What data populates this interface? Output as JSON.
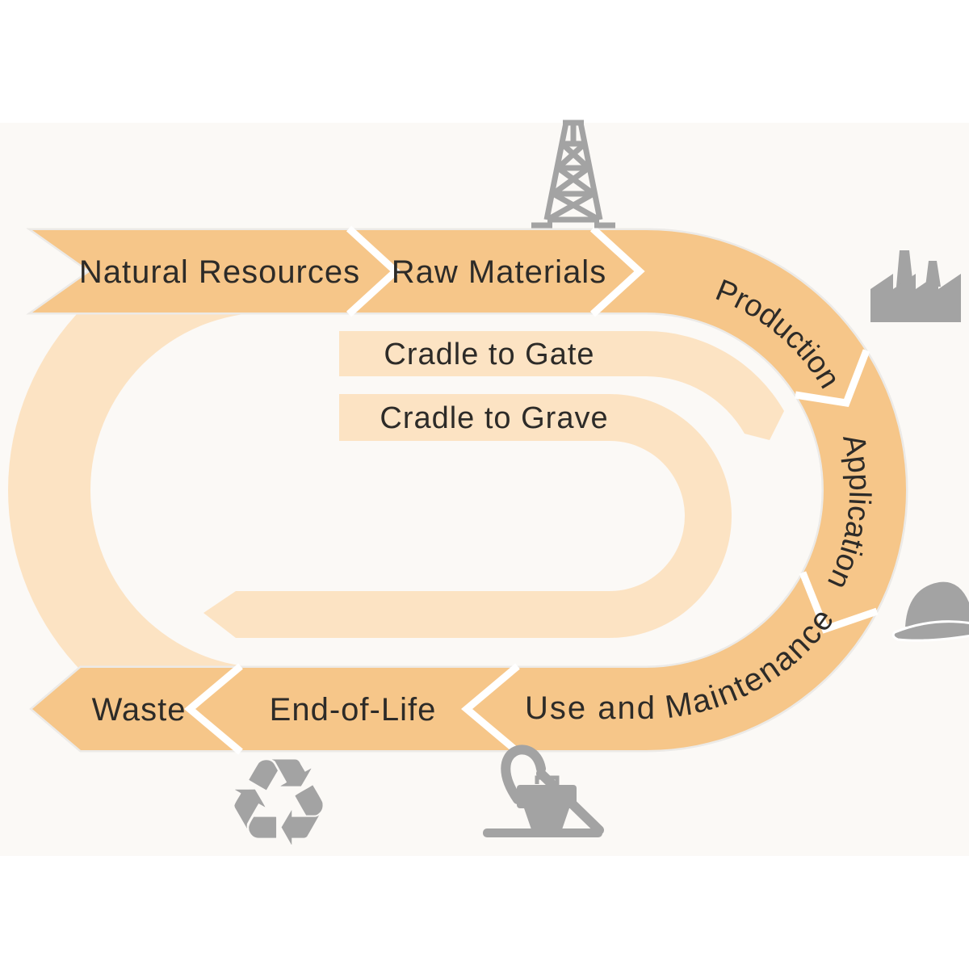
{
  "diagram": {
    "stages": [
      {
        "id": "natural-resources",
        "label": "Natural Resources"
      },
      {
        "id": "raw-materials",
        "label": "Raw Materials"
      },
      {
        "id": "production",
        "label": "Production"
      },
      {
        "id": "application",
        "label": "Application"
      },
      {
        "id": "use-and-maintenance",
        "label": "Use and Maintenance"
      },
      {
        "id": "end-of-life",
        "label": "End-of-Life"
      },
      {
        "id": "waste",
        "label": "Waste"
      }
    ],
    "scopes": [
      {
        "id": "cradle-to-gate",
        "label": "Cradle to Gate"
      },
      {
        "id": "cradle-to-grave",
        "label": "Cradle to Grave"
      }
    ],
    "icons": [
      "oil-derrick-icon",
      "factory-icon",
      "hard-hat-icon",
      "recycling-icon",
      "vacuum-cleaner-icon"
    ],
    "glyphs": {
      "recycling": "♻"
    },
    "colors": {
      "background": "#FFFFFF",
      "panel": "#FBF9F6",
      "stage_fill": "#F6C689",
      "scope_fill": "#FCE3C3",
      "separator": "#FFFFFF",
      "outline": "#ECEAE7",
      "icon_gray": "#A3A3A3",
      "label_text": "#2D2B28"
    }
  }
}
